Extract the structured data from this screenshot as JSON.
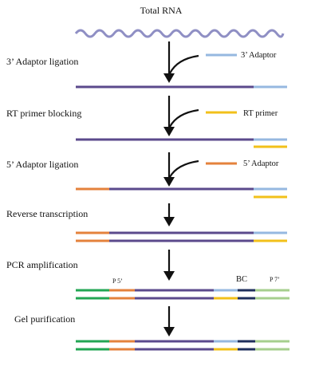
{
  "title": "Total RNA",
  "steps": {
    "s1": "3’ Adaptor ligation",
    "s2": "RT primer blocking",
    "s3": "5’ Adaptor ligation",
    "s4": "Reverse transcription",
    "s5": "PCR amplification",
    "s6": "Gel purification"
  },
  "reagents": {
    "adaptor3": "3’ Adaptor",
    "rt_primer": "RT primer",
    "adaptor5": "5’ Adaptor"
  },
  "segment_labels": {
    "p5": "P 5’",
    "bc": "BC",
    "p7": "P 7’"
  },
  "colors": {
    "rna": "#5b4a8c",
    "rna_wave": "#8f8fc4",
    "adaptor3": "#96b8e0",
    "rt_primer": "#f2c01a",
    "adaptor5": "#e4823c",
    "p5": "#22a653",
    "bc": "#1f2f5c",
    "p7": "#a6cf8e",
    "arrow": "#111111"
  }
}
